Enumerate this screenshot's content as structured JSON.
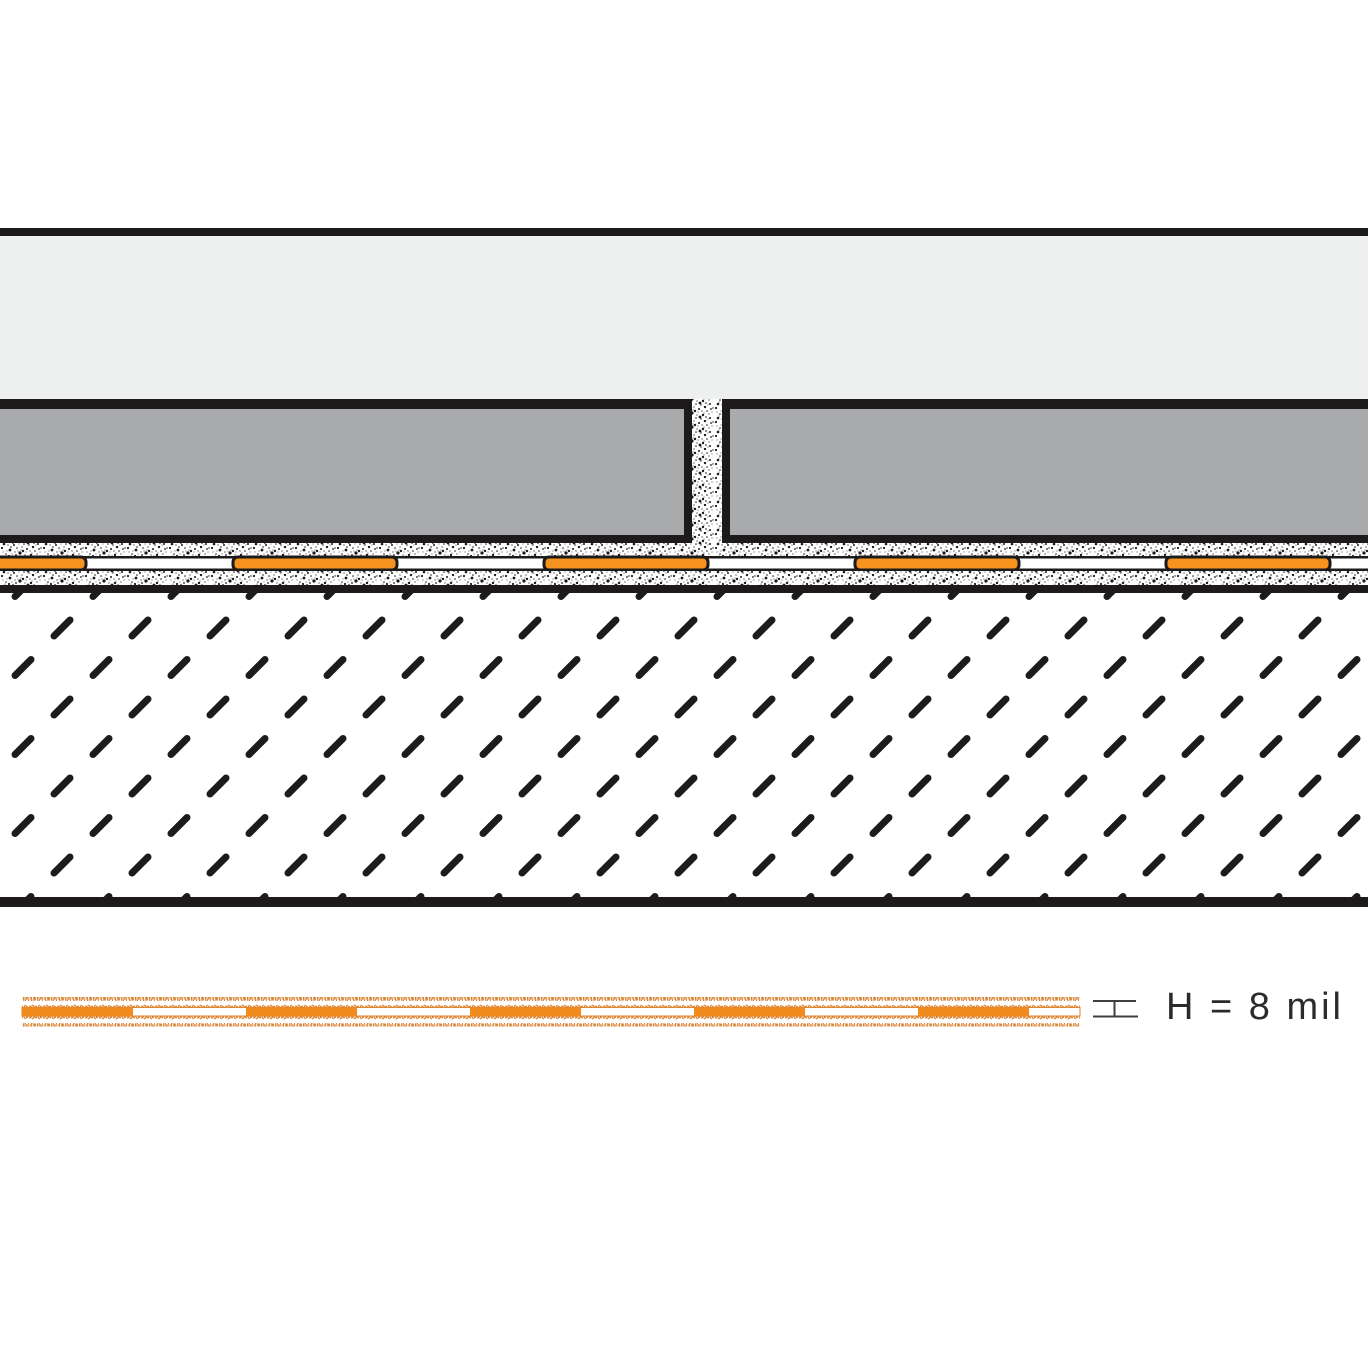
{
  "annotation": {
    "thickness_label": "H = 8 mil"
  },
  "diagram": {
    "type": "construction-cross-section",
    "layers": [
      "covering-slab",
      "tile-layer-with-grout-joint",
      "thinset-mortar-upper",
      "bonded-membrane",
      "thinset-mortar-lower",
      "hatched-substrate"
    ],
    "detail_strip": "membrane-with-fleece-webbing-both-sides",
    "icons": {
      "height_dimension": "height-dimension-icon"
    },
    "colors": {
      "membrane_orange": "#F6921E",
      "membrane_core_orange": "#EF8B1D",
      "fleece_orange": "#E08530",
      "fleece_orange_dark": "#C8772E",
      "tile_gray": "#A8AAAC",
      "covering_gray": "#EEF0EF",
      "line_black": "#1C1A1B",
      "dimension_line_gray": "#3F3F3F",
      "label_text": "#2B2B2B"
    }
  }
}
